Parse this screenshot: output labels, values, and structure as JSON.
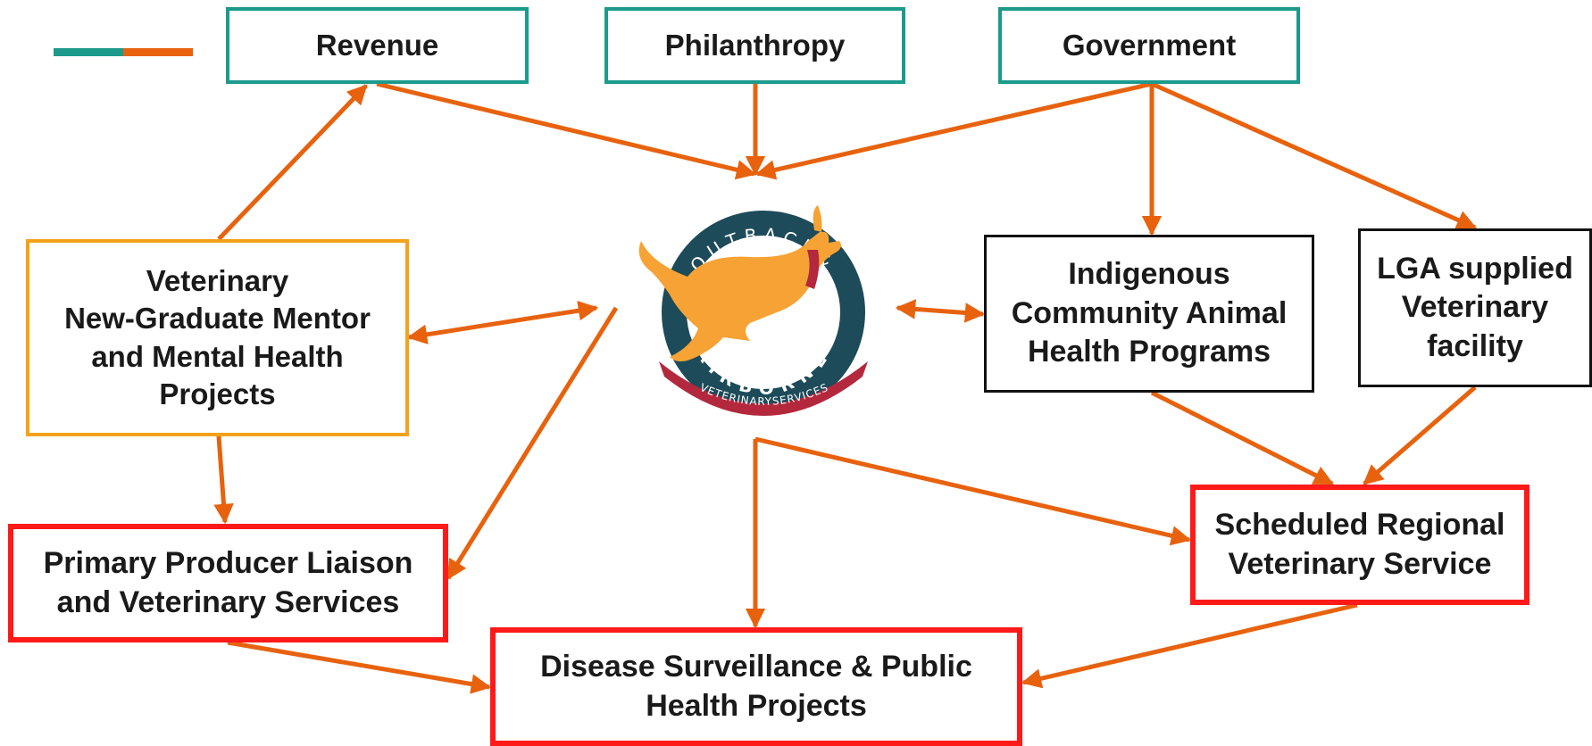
{
  "colors": {
    "arrow": "#e8620e",
    "funding_border": "#1c9a8c",
    "program_border": "#111111",
    "mentor_border": "#f5a21b",
    "service_border": "#ff1a1a",
    "logo_ring": "#1d4b5a",
    "logo_kangaroo": "#f7a234",
    "logo_boomerang": "#b3283c"
  },
  "nodes": {
    "revenue": "Revenue",
    "philanthropy": "Philanthropy",
    "government": "Government",
    "mentor": [
      "Veterinary",
      "New-Graduate Mentor",
      "and Mental Health",
      "Projects"
    ],
    "indigenous": [
      "Indigenous",
      "Community Animal",
      "Health Programs"
    ],
    "lga": [
      "LGA supplied",
      "Veterinary",
      "facility"
    ],
    "producer": [
      "Primary Producer Liaison",
      "and Veterinary Services"
    ],
    "scheduled": [
      "Scheduled Regional",
      "Veterinary Service"
    ],
    "disease": [
      "Disease Surveillance & Public",
      "Health Projects"
    ]
  },
  "logo": {
    "ring_text_top": "OUTBACK&",
    "ring_text_bottom": "AIRBORNE",
    "boomerang_text": "VETERINARYSERVICES"
  }
}
